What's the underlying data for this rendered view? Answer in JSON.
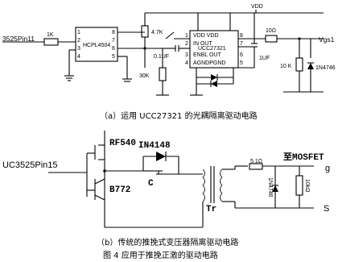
{
  "figure": {
    "caption_a": "（a）运用 UCC27321 的光耦隔离驱动电路",
    "caption_b": "（b）传统的推挽式变压器隔离驱动电路",
    "figure_title": "图 4  应用于推挽正激的驱动电路"
  },
  "circuit_a": {
    "vdd": "VDD",
    "input_label": "3525Pin11",
    "r_in": "1K",
    "optocoupler": "HCPL4504",
    "r_pullup": "4.7K",
    "r_lower": "30K",
    "cap_left": "0.1UF",
    "ic_name": "UCC27321",
    "ic_pin_top": "VDD  VDD",
    "ic_pin_in": "IN   OUT",
    "ic_pin_enbl": "ENBL OUT",
    "ic_pin_gnd": "AGNDPGND",
    "cap_right": "1UF",
    "r_gate": "10Ω",
    "r_gs": "10 K",
    "zener": "1N4746",
    "output_label": "Vgs1"
  },
  "circuit_b": {
    "input_label": "UC3525Pin15",
    "q_top": "RF540",
    "q_bottom": "B772",
    "diode": "IN4148",
    "cap": "C",
    "transformer": "Tr",
    "r_gate": "5.1Ω",
    "zener": "1N4746",
    "r_gs": "10kΩ",
    "to_mosfet": "至MOSFET",
    "gate_label": "g",
    "source_label": "S"
  }
}
